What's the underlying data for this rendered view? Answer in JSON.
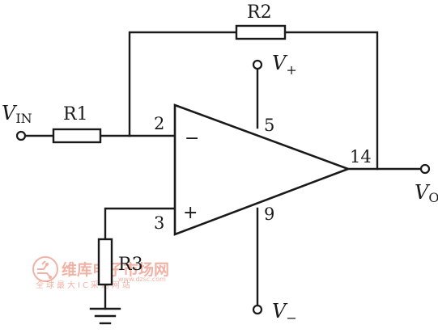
{
  "components": {
    "r1": "R1",
    "r2": "R2",
    "r3": "R3"
  },
  "pins": {
    "inverting": "2",
    "non_inverting": "3",
    "v_plus": "5",
    "v_minus": "9",
    "output": "14"
  },
  "input_signs": {
    "inverting": "−",
    "non_inverting": "+"
  },
  "nets": {
    "vin": {
      "main": "V",
      "sub": "IN"
    },
    "vo": {
      "main": "V",
      "sub": "O"
    },
    "vplus": {
      "main": "V",
      "sub": "+"
    },
    "vminus": {
      "main": "V",
      "sub": "−"
    }
  },
  "watermark": {
    "brand": "维库电子市场网",
    "tagline": "全球最大IC采购网站",
    "url": "www.dzsc.com"
  }
}
